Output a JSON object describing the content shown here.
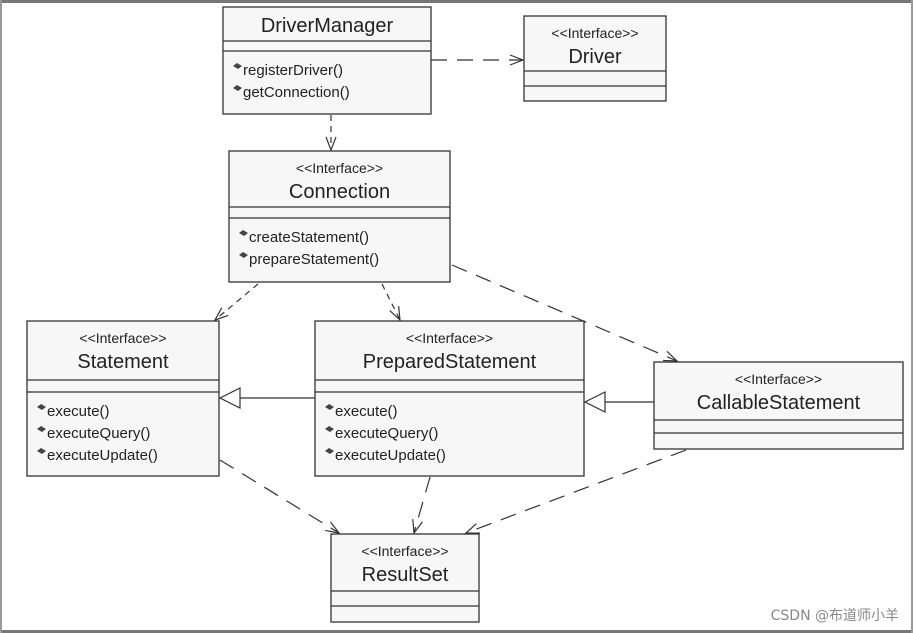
{
  "classes": {
    "driver_manager": {
      "name": "DriverManager",
      "stereotype": "",
      "methods": [
        "registerDriver()",
        "getConnection()"
      ]
    },
    "driver": {
      "name": "Driver",
      "stereotype": "<<Interface>>",
      "methods": []
    },
    "connection": {
      "name": "Connection",
      "stereotype": "<<Interface>>",
      "methods": [
        "createStatement()",
        "prepareStatement()"
      ]
    },
    "statement": {
      "name": "Statement",
      "stereotype": "<<Interface>>",
      "methods": [
        "execute()",
        "executeQuery()",
        "executeUpdate()"
      ]
    },
    "prepared_statement": {
      "name": "PreparedStatement",
      "stereotype": "<<Interface>>",
      "methods": [
        "execute()",
        "executeQuery()",
        "executeUpdate()"
      ]
    },
    "callable_statement": {
      "name": "CallableStatement",
      "stereotype": "<<Interface>>",
      "methods": []
    },
    "result_set": {
      "name": "ResultSet",
      "stereotype": "<<Interface>>",
      "methods": []
    }
  },
  "relations": [
    {
      "from": "DriverManager",
      "to": "Driver",
      "type": "dependency"
    },
    {
      "from": "DriverManager",
      "to": "Connection",
      "type": "dependency"
    },
    {
      "from": "Connection",
      "to": "Statement",
      "type": "dependency"
    },
    {
      "from": "Connection",
      "to": "PreparedStatement",
      "type": "dependency"
    },
    {
      "from": "Connection",
      "to": "CallableStatement",
      "type": "dependency"
    },
    {
      "from": "PreparedStatement",
      "to": "Statement",
      "type": "generalization"
    },
    {
      "from": "CallableStatement",
      "to": "PreparedStatement",
      "type": "generalization"
    },
    {
      "from": "Statement",
      "to": "ResultSet",
      "type": "dependency"
    },
    {
      "from": "PreparedStatement",
      "to": "ResultSet",
      "type": "dependency"
    },
    {
      "from": "CallableStatement",
      "to": "ResultSet",
      "type": "dependency"
    }
  ],
  "colors": {
    "box_fill": "#f7f7f7",
    "line": "#333333"
  },
  "watermark": "CSDN @布道师小羊"
}
